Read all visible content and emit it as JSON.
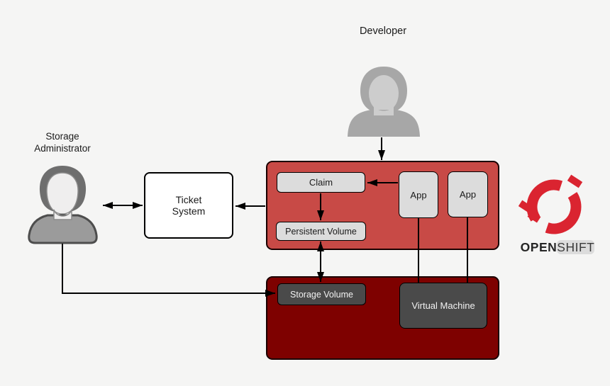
{
  "colors": {
    "background": "#f5f5f4",
    "upper_box": "#c84a46",
    "lower_box": "#7e0100",
    "light_node": "#dcdcdc",
    "dark_node": "#4a4a4a",
    "node_border": "#000000",
    "line_color": "#000000",
    "logo_red": "#da2430",
    "logo_text": "#262626"
  },
  "actors": {
    "developer": {
      "label": "Developer"
    },
    "storage_admin": {
      "label_line1": "Storage",
      "label_line2": "Administrator"
    }
  },
  "nodes": {
    "ticket_system": {
      "label_line1": "Ticket",
      "label_line2": "System"
    },
    "claim": {
      "label": "Claim"
    },
    "app1": {
      "label": "App"
    },
    "app2": {
      "label": "App"
    },
    "persistent_volume": {
      "label": "Persistent Volume"
    },
    "storage_volume": {
      "label": "Storage Volume"
    },
    "virtual_machine": {
      "label": "Virtual Machine"
    }
  },
  "logo": {
    "text_bold": "OPEN",
    "text_light": "SHIFT"
  }
}
